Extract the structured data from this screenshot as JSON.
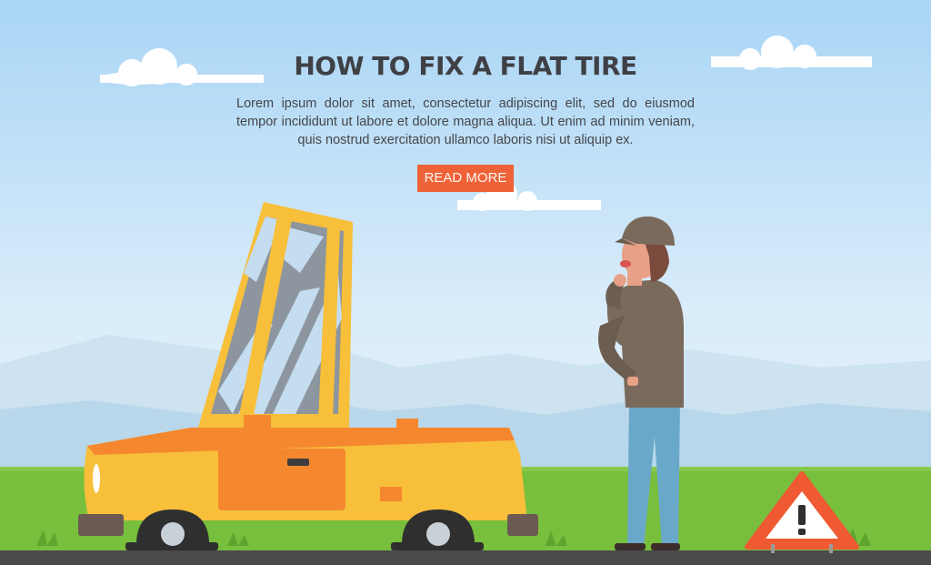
{
  "banner": {
    "title": "HOW TO FIX A FLAT TIRE",
    "body": "Lorem ipsum dolor sit amet, consectetur adipiscing elit, sed do eiusmod tempor incididunt ut labore et dolore magna aliqua. Ut enim ad minim veniam, quis nostrud exercitation ullamco laboris nisi ut aliquip ex.",
    "cta_label": "READ MORE"
  },
  "colors": {
    "sky_top": "#a9d5f5",
    "sky_bottom": "#eef6fc",
    "grass": "#78bf3d",
    "road": "#4a4a4c",
    "car_body": "#f7bf3a",
    "car_accent": "#f5882f",
    "cta": "#ef6238",
    "title": "#3f4045",
    "warning": "#ef5a32"
  },
  "icons": [
    "warning-triangle-icon",
    "exclamation-icon"
  ]
}
